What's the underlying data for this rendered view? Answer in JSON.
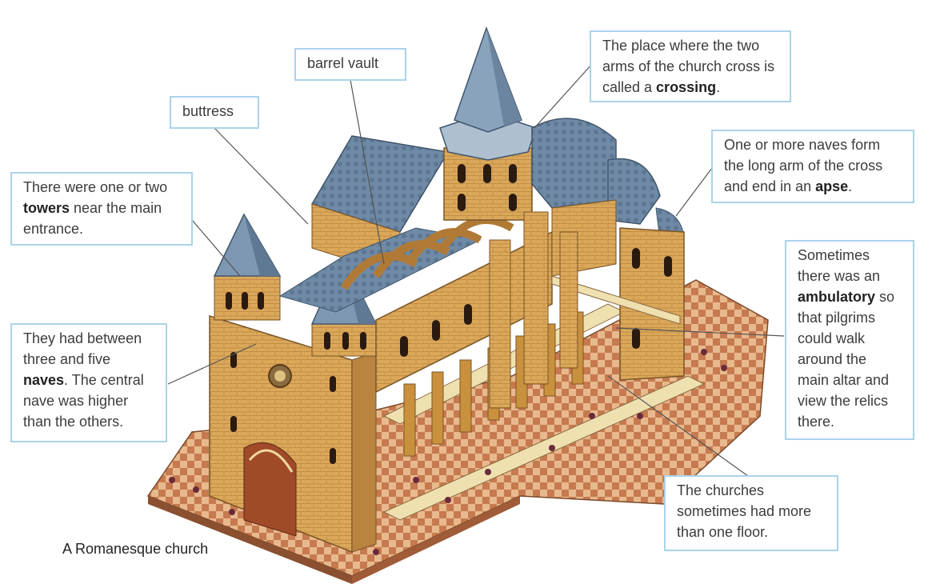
{
  "caption": "A Romanesque church",
  "labels": {
    "barrel_vault": "barrel vault",
    "buttress": "buttress",
    "crossing": {
      "pre": "The place where the two arms of the church cross is called a ",
      "bold": "crossing",
      "post": "."
    },
    "towers": {
      "pre": "There were one or two ",
      "bold": "towers",
      "post": " near the main entrance."
    },
    "apse": {
      "pre": "One or more naves form the long arm of the cross and end in an ",
      "bold": "apse",
      "post": "."
    },
    "ambulatory": {
      "pre": "Sometimes there was an ",
      "bold": "ambulatory",
      "post": " so that pilgrims could walk around the main altar and view the relics there."
    },
    "naves": {
      "pre": "They had between three and five ",
      "bold": "naves",
      "post": ". The central nave was higher than the others."
    },
    "floors": "The churches sometimes had more than one floor."
  },
  "colors": {
    "label_border": "#a9d3ea",
    "leader_line": "#555555",
    "roof": "#6f8aa6",
    "stone": "#d9a95c",
    "floor": "#c97d54"
  }
}
